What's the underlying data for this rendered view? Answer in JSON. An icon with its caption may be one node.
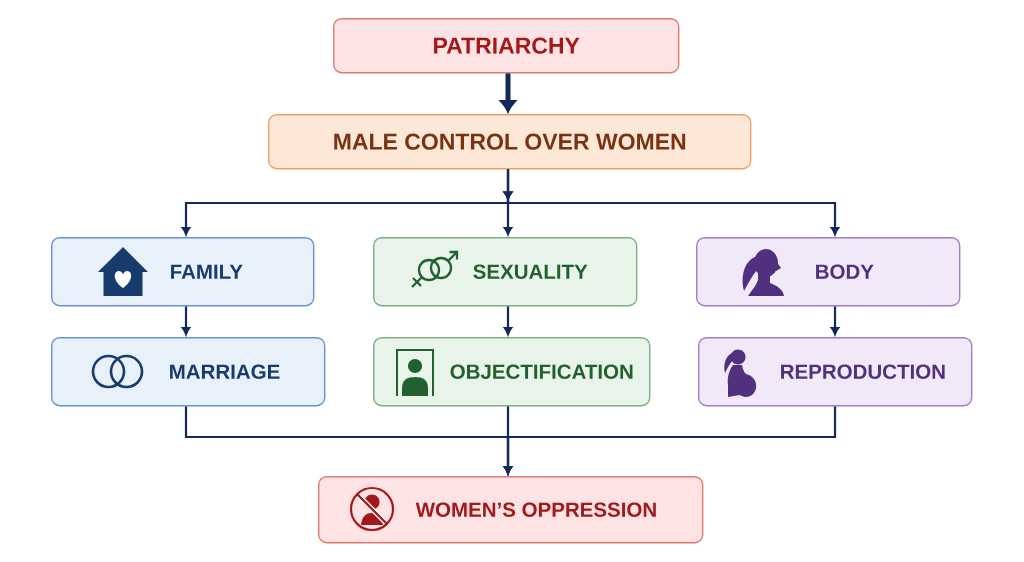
{
  "diagram": {
    "nodes": [
      {
        "text": [
          "PATRIARCHY"
        ]
      },
      {
        "text": [
          "MALE CONTROL OVER WOMEN"
        ]
      },
      {
        "text": [
          "FAMILY"
        ]
      },
      {
        "text": [
          "SEXUALITY"
        ]
      },
      {
        "text": [
          "BODY"
        ]
      },
      {
        "text": [
          "MARRIAGE"
        ]
      },
      {
        "text": [
          "OBJECTIFICATION"
        ]
      },
      {
        "text": [
          "REPRODUCTION"
        ]
      },
      {
        "text": [
          "WOMEN’S OPPRESSION"
        ]
      }
    ],
    "edges": [
      {
        "from": 0,
        "to": 1,
        "arrow": "to",
        "style": "thick"
      },
      {
        "from": 1,
        "to": 2,
        "arrow": "to"
      },
      {
        "from": 1,
        "to": 3,
        "arrow": "to"
      },
      {
        "from": 1,
        "to": 4,
        "arrow": "to"
      },
      {
        "from": 2,
        "to": 5,
        "arrow": "to"
      },
      {
        "from": 3,
        "to": 6,
        "arrow": "to"
      },
      {
        "from": 4,
        "to": 7,
        "arrow": "to"
      },
      {
        "from": 5,
        "to": 8,
        "arrow": "to"
      },
      {
        "from": 6,
        "to": 8,
        "arrow": "to"
      },
      {
        "from": 7,
        "to": 8,
        "arrow": "to"
      }
    ]
  }
}
